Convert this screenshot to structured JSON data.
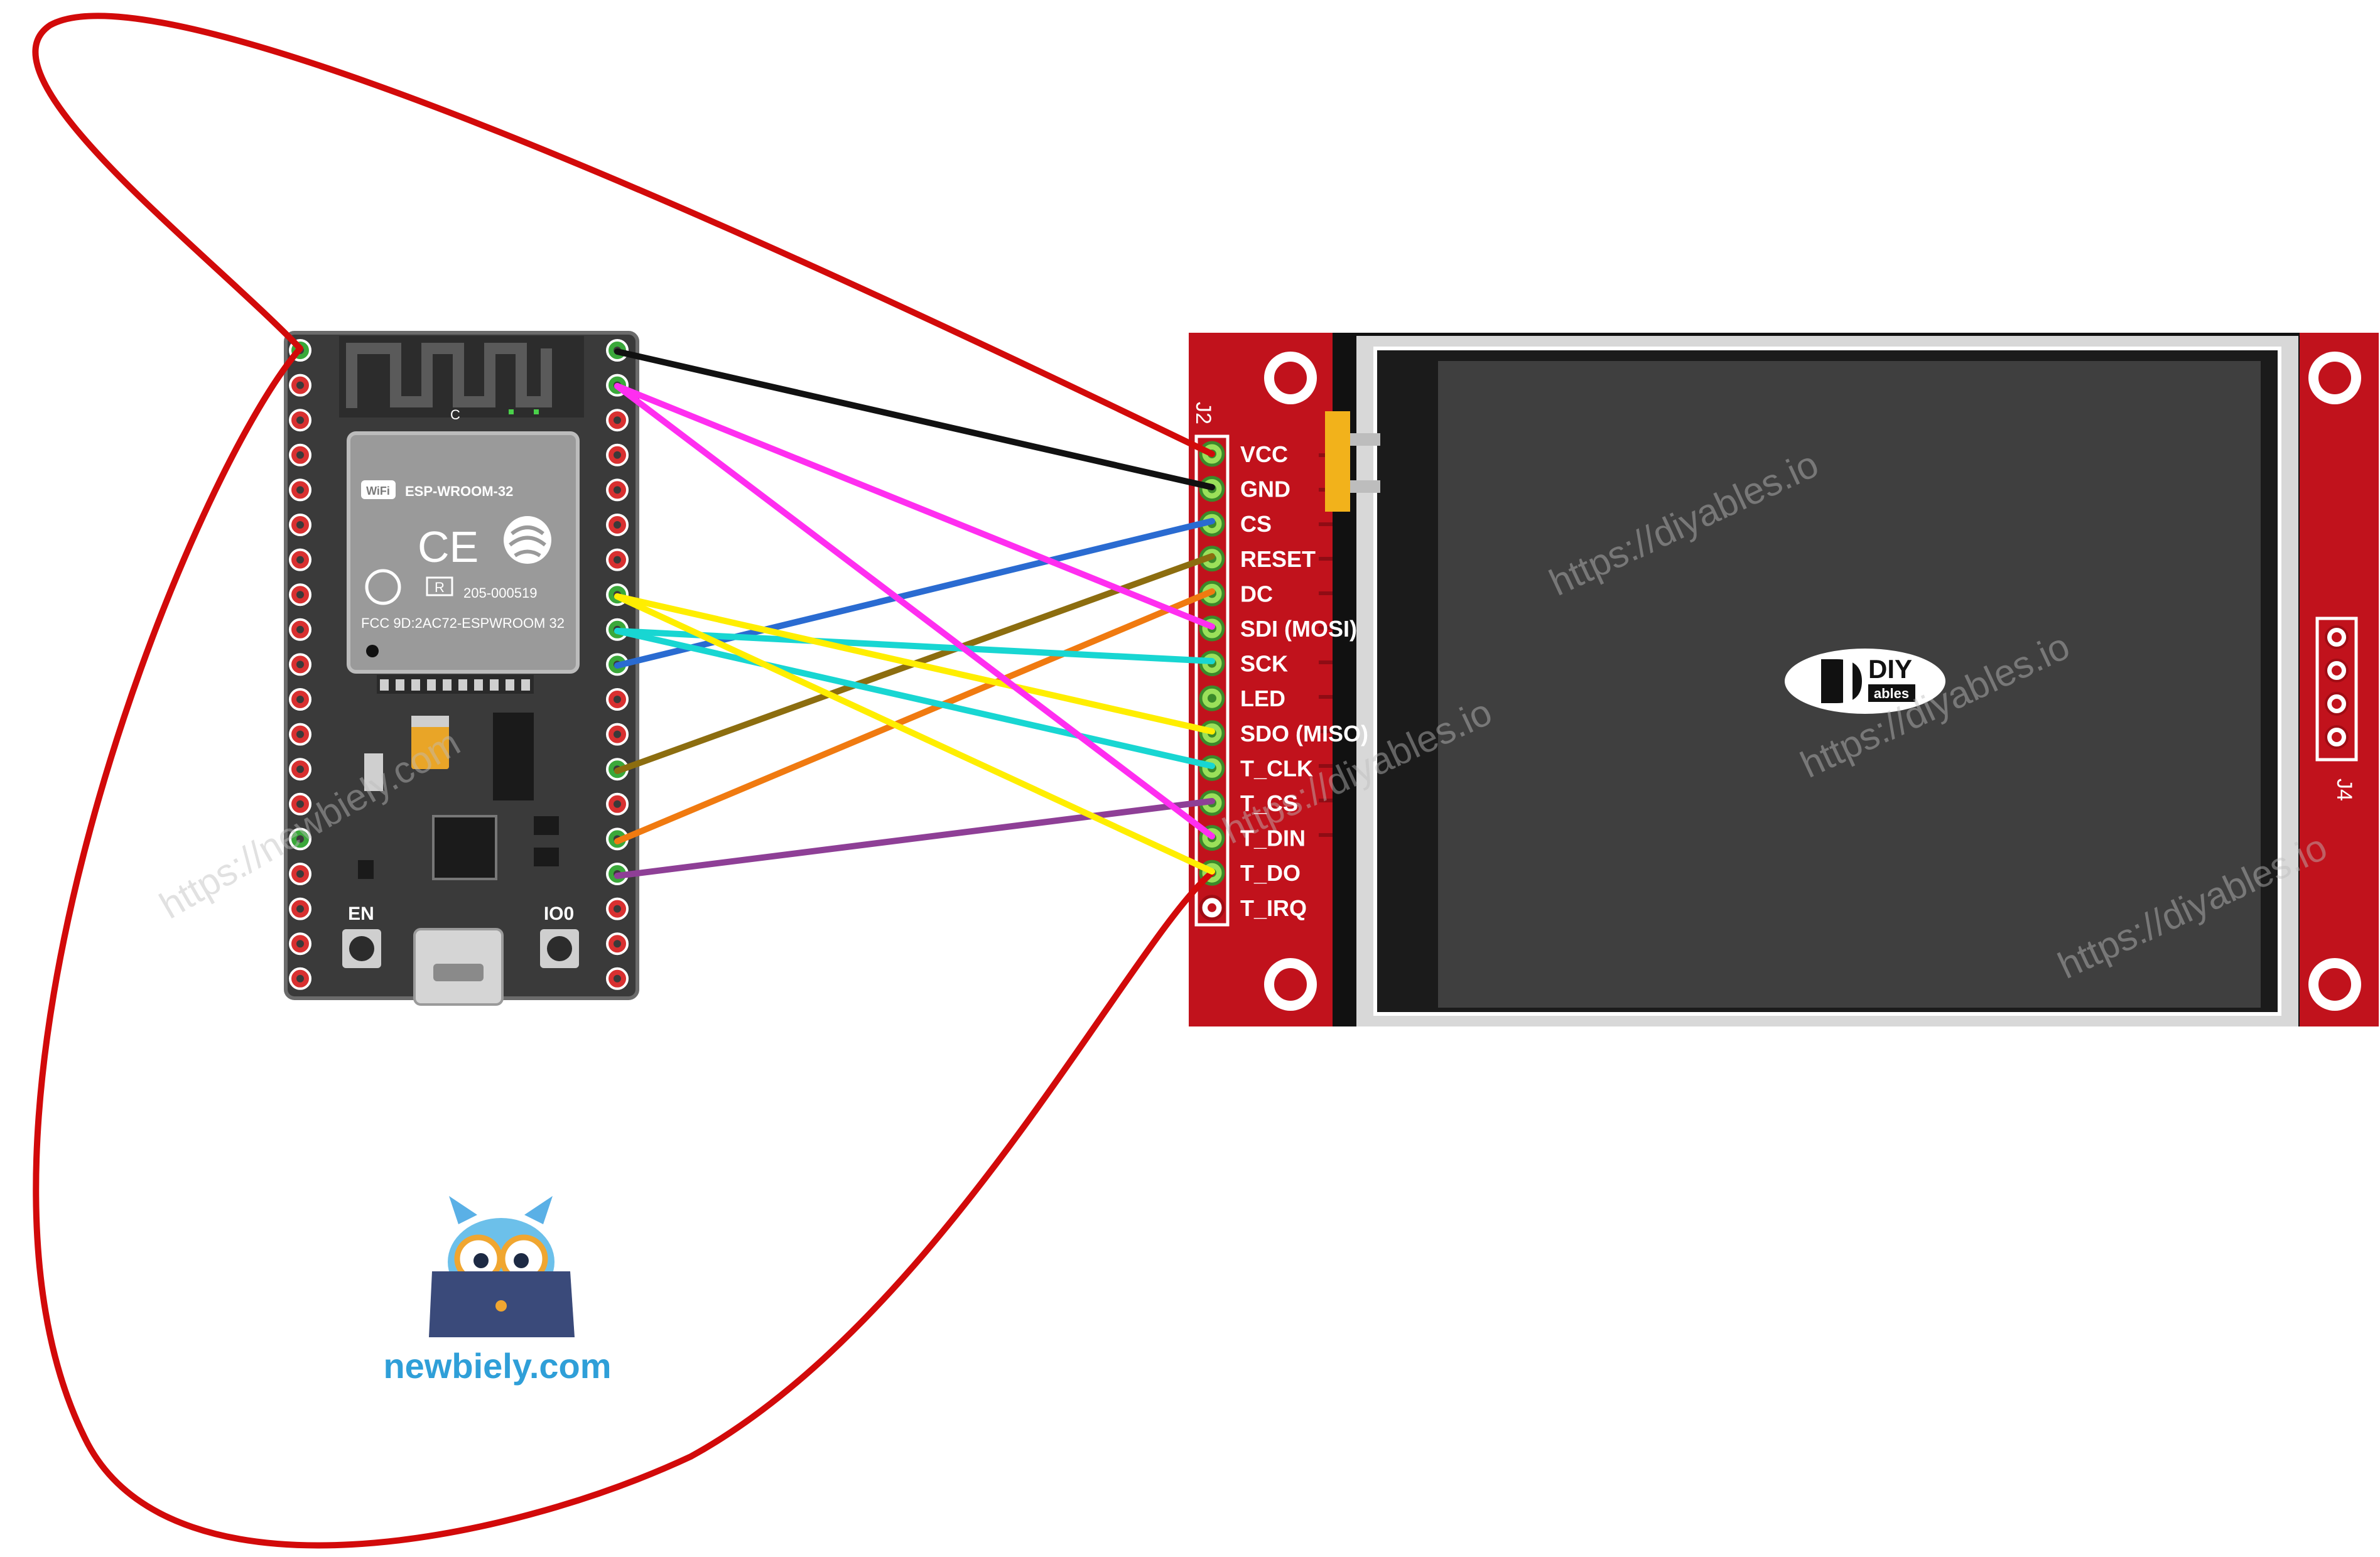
{
  "esp32": {
    "module_name": "ESP-WROOM-32",
    "wifi_mark": "WiFi",
    "ce_mark": "CE",
    "cert_number": "205-000519",
    "fcc_id": "FCC 9D:2AC72-ESPWROOM 32",
    "r_mark": "R",
    "small_c": "C",
    "button_en": "EN",
    "button_io0": "IO0",
    "board_watermark": "https://newbiely.com"
  },
  "tft": {
    "header_label": "J2",
    "side_header_label": "J4",
    "pins": [
      "VCC",
      "GND",
      "CS",
      "RESET",
      "DC",
      "SDI (MOSI)",
      "SCK",
      "LED",
      "SDO (MISO)",
      "T_CLK",
      "T_CS",
      "T_DIN",
      "T_DO",
      "T_IRQ"
    ],
    "logo_top": "DIY",
    "logo_bottom": "ables"
  },
  "watermarks": [
    "https://diyables.io",
    "https://diyables.io",
    "https://diyables.io",
    "https://diyables.io"
  ],
  "brand": {
    "name": "newbiely.com",
    "color": "#2f9fd8"
  },
  "wires": [
    {
      "name": "vcc-wire",
      "color": "#d20a0a"
    },
    {
      "name": "gnd-wire",
      "color": "#111111"
    },
    {
      "name": "cs-wire",
      "color": "#2a6bd1"
    },
    {
      "name": "reset-wire",
      "color": "#8c6d0f"
    },
    {
      "name": "dc-wire",
      "color": "#f07a10"
    },
    {
      "name": "sdi-wire",
      "color": "#ff2ef0"
    },
    {
      "name": "sck-wire",
      "color": "#18d6d2"
    },
    {
      "name": "sdo-wire",
      "color": "#ffee00"
    },
    {
      "name": "t-clk-wire",
      "color": "#18d6d2"
    },
    {
      "name": "t-cs-wire",
      "color": "#8e3f96"
    },
    {
      "name": "t-din-wire",
      "color": "#ff2ef0"
    },
    {
      "name": "t-do-wire",
      "color": "#ffee00"
    }
  ]
}
